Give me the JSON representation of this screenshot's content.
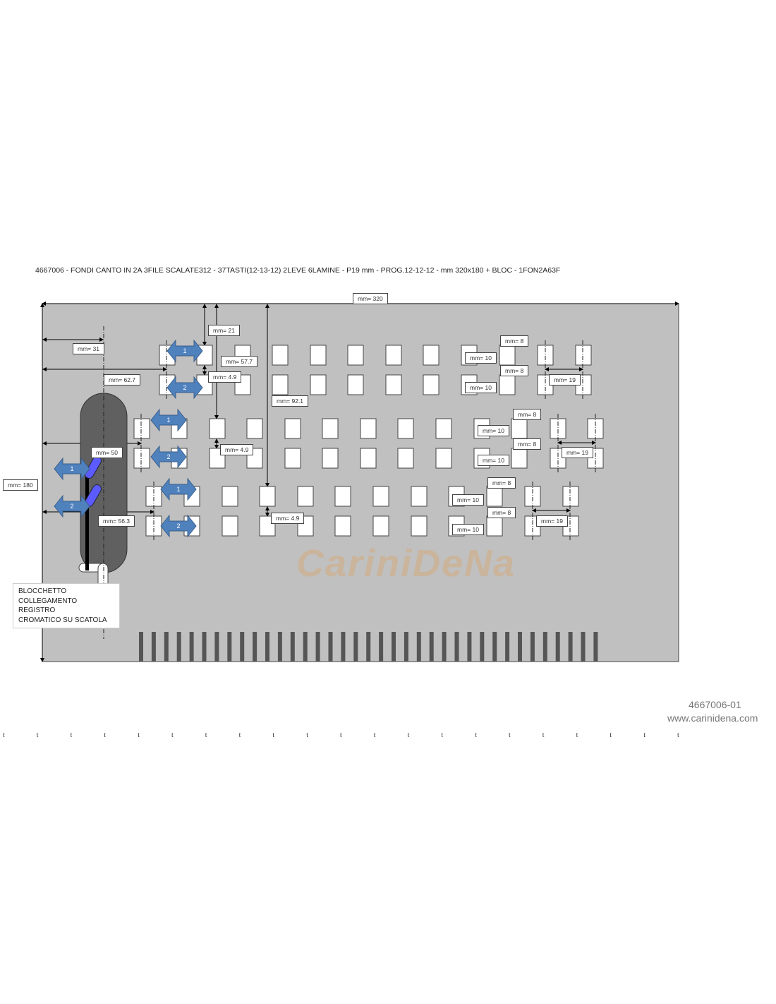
{
  "title": "4667006 - FONDI CANTO IN 2A 3FILE SCALATE312 - 37TASTI(12-13-12) 2LEVE 6LAMINE - P19 mm - PROG.12-12-12 - mm 320x180 + BLOC - 1FON2A63F",
  "dimensions": [
    "mm= 320",
    "mm= 21",
    "mm= 31",
    "mm= 57.7",
    "mm= 4.9",
    "mm= 62.7",
    "mm= 92.1",
    "mm= 4.9",
    "mm= 50",
    "mm= 180",
    "mm= 56.3",
    "mm= 4.9",
    "mm= 8",
    "mm= 10",
    "mm= 8",
    "mm= 10",
    "mm= 19",
    "mm= 8",
    "mm= 10",
    "mm= 8",
    "mm= 10",
    "mm= 19",
    "mm= 8",
    "mm= 10",
    "mm= 8",
    "mm= 10",
    "mm= 19"
  ],
  "lever_arrows": [
    "1",
    "2",
    "1",
    "2",
    "1",
    "2",
    "1",
    "2"
  ],
  "note": {
    "line1": "BLOCCHETTO",
    "line2": "COLLEGAMENTO REGISTRO",
    "line3": "CROMATICO SU SCATOLA"
  },
  "key_count": 37,
  "footer": {
    "tick": "t",
    "code": "4667006-01",
    "site": "www.carinidena.com"
  },
  "watermark": "CariniDeNa",
  "colors": {
    "board": "#c0c0c0",
    "capsule": "#606060",
    "arrow": "#4f81bd",
    "reed": "#5b5bff",
    "comb": "#555555"
  }
}
